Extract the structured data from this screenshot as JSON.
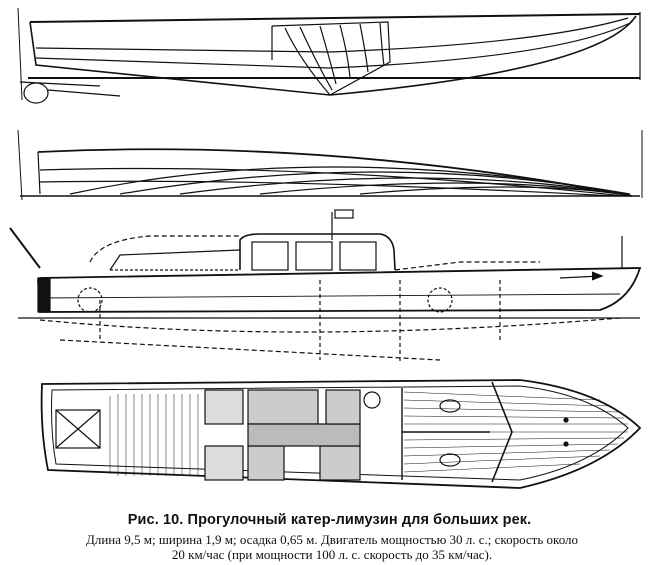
{
  "caption": {
    "title": "Рис. 10. Прогулочный катер-лимузин для больших рек.",
    "line1": "Длина 9,5 м; ширина 1,9 м; осадка 0,65 м. Двигатель мощностью 30 л. с.; скорость около",
    "line2": "20 км/час (при мощности 100 л. с. скорость до 35 км/час)."
  }
}
